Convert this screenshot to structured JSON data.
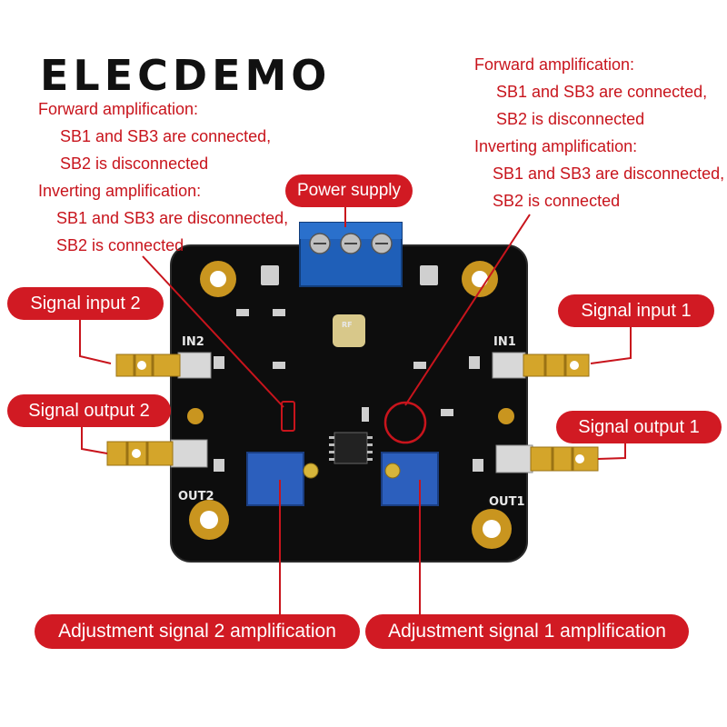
{
  "brand": "ELECDEMO",
  "left_notes": {
    "line1": "Forward amplification:",
    "line2": "SB1 and SB3 are connected,",
    "line3": "SB2 is disconnected",
    "line4": "Inverting amplification:",
    "line5": "SB1 and SB3 are disconnected,",
    "line6": "SB2 is connected"
  },
  "right_notes": {
    "line1": "Forward amplification:",
    "line2": "SB1 and SB3 are connected,",
    "line3": "SB2 is disconnected",
    "line4": "Inverting amplification:",
    "line5": "SB1 and SB3 are disconnected,",
    "line6": "SB2 is connected"
  },
  "labels": {
    "power_supply": "Power supply",
    "signal_input_2": "Signal input 2",
    "signal_output_2": "Signal output 2",
    "signal_input_1": "Signal input 1",
    "signal_output_1": "Signal output 1",
    "adjust_2": "Adjustment signal 2 amplification",
    "adjust_1": "Adjustment signal 1 amplification"
  },
  "silkscreen": {
    "in2": "IN2",
    "in1": "IN1",
    "out2": "OUT2",
    "out1": "OUT1",
    "rf": "RF"
  },
  "colors": {
    "accent_red": "#d11a23",
    "note_red": "#c8141c",
    "pcb_black": "#0d0d0d",
    "terminal_blue": "#1f5fb8",
    "gold": "#d4a52a"
  }
}
